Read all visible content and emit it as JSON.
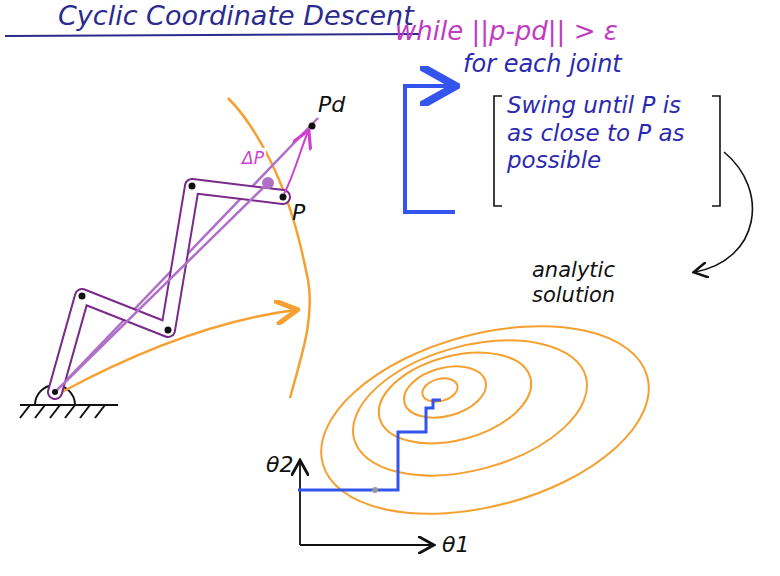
{
  "diagram": {
    "title": "Cyclic Coordinate Descent",
    "labels": [
      "while ||p-pd|| > ε",
      "for each joint",
      "Swing until P is as close to P as possible",
      "analytic solution",
      "Pd",
      "ΔP",
      "P",
      "θ2",
      "θ1"
    ]
  }
}
